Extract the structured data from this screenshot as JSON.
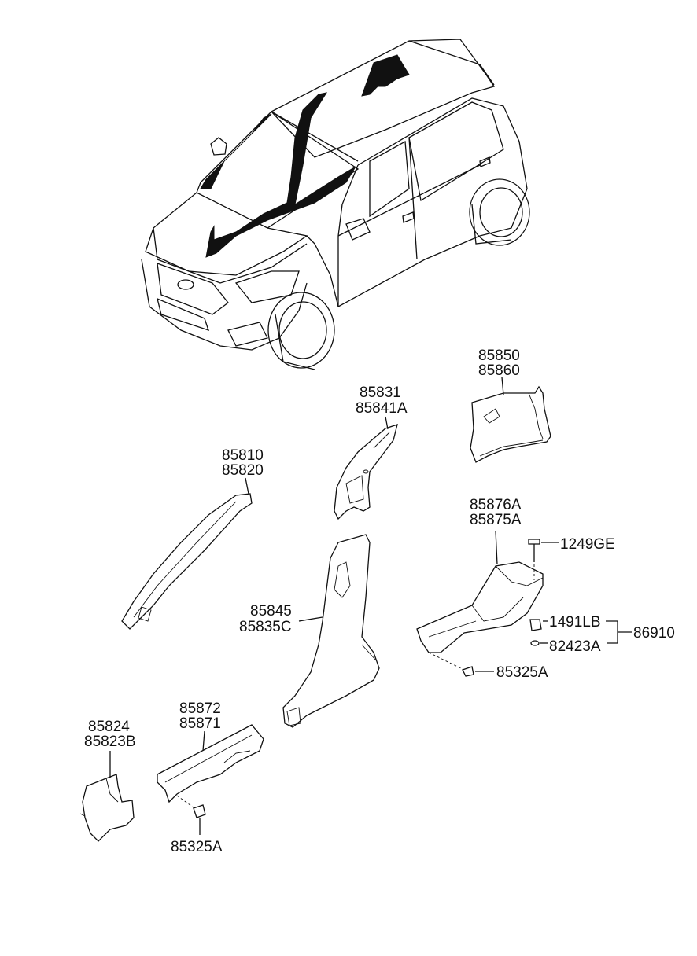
{
  "diagram": {
    "labels": {
      "p85850": "85850",
      "p85860": "85860",
      "p85831": "85831",
      "p85841A": "85841A",
      "p85810": "85810",
      "p85820": "85820",
      "p85876A": "85876A",
      "p85875A": "85875A",
      "p1249GE": "1249GE",
      "p85845": "85845",
      "p85835C": "85835C",
      "p1491LB": "1491LB",
      "p86910": "86910",
      "p82423A": "82423A",
      "p85325A_right": "85325A",
      "p85872": "85872",
      "p85871": "85871",
      "p85824": "85824",
      "p85823B": "85823B",
      "p85325A_left": "85325A"
    }
  }
}
